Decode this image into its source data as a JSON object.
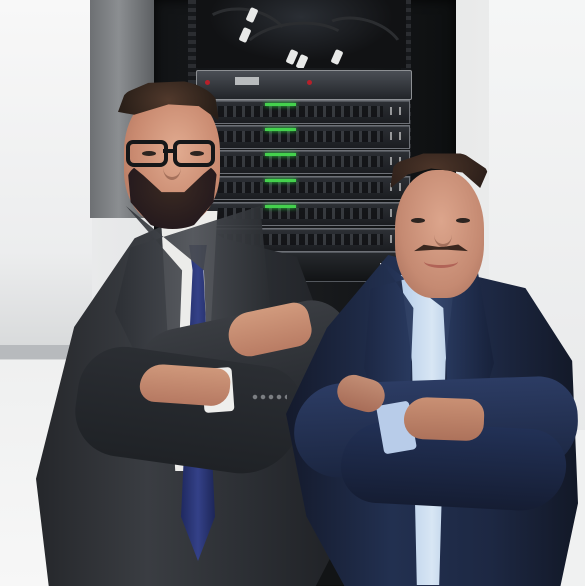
{
  "image": {
    "type": "photo",
    "subjects": [
      "man-with-glasses",
      "man-with-moustache"
    ],
    "background": "server-rack"
  },
  "colors": {
    "wall": "#e8e9ea",
    "rack": "#121416",
    "led": "#44d14d",
    "left_suit": "#33363b",
    "right_suit": "#1f2b49",
    "left_tie": "#2e3b7d",
    "right_shirt": "#c8dbef"
  }
}
